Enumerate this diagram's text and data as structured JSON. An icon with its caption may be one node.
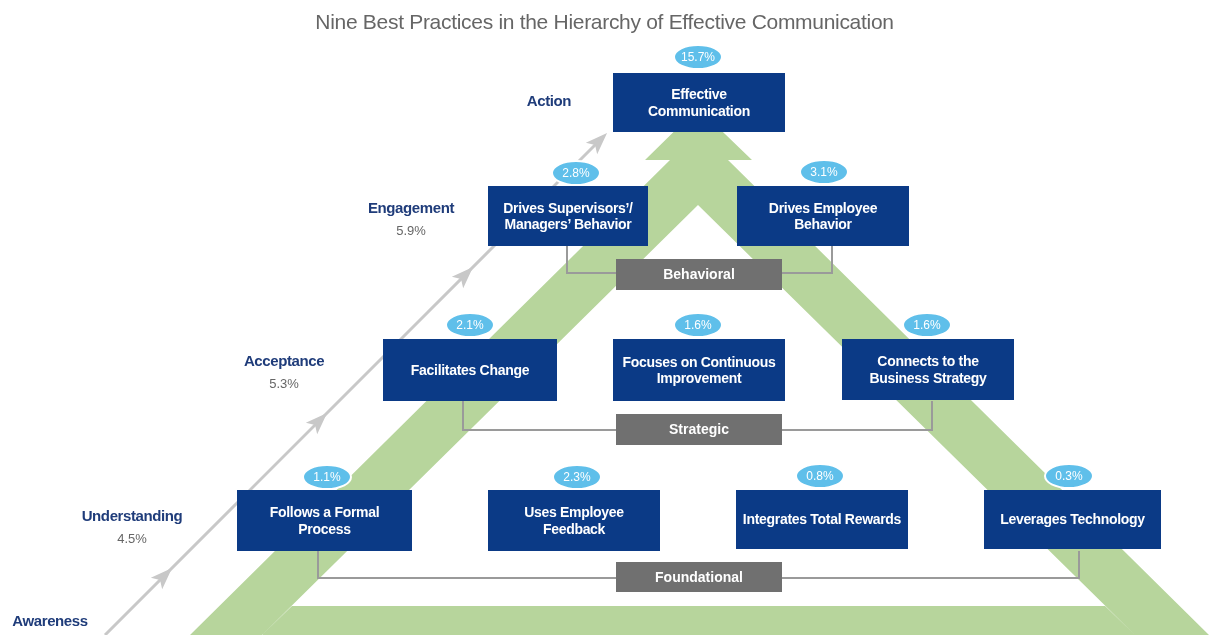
{
  "diagram": {
    "title": "Nine Best Practices in the Hierarchy of Effective Communication",
    "nodes": [
      {
        "text": [
          "Effective Communication"
        ],
        "beside": [
          "15.7%"
        ]
      },
      {
        "text": [
          "Drives Supervisors’/ Managers’ Behavior"
        ],
        "beside": [
          "2.8%"
        ]
      },
      {
        "text": [
          "Drives Employee Behavior"
        ],
        "beside": [
          "3.1%"
        ]
      },
      {
        "text": [
          "Behavioral"
        ]
      },
      {
        "text": [
          "Facilitates Change"
        ],
        "beside": [
          "2.1%"
        ]
      },
      {
        "text": [
          "Focuses on Continuous Improvement"
        ],
        "beside": [
          "1.6%"
        ]
      },
      {
        "text": [
          "Connects to the Business Strategy"
        ],
        "beside": [
          "1.6%"
        ]
      },
      {
        "text": [
          "Strategic"
        ]
      },
      {
        "text": [
          "Follows a Formal Process"
        ],
        "beside": [
          "1.1%"
        ]
      },
      {
        "text": [
          "Uses Employee Feedback"
        ],
        "beside": [
          "2.3%"
        ]
      },
      {
        "text": [
          "Integrates Total Rewards"
        ],
        "beside": [
          "0.8%"
        ]
      },
      {
        "text": [
          "Leverages Technology"
        ],
        "beside": [
          "0.3%"
        ]
      },
      {
        "text": [
          "Foundational"
        ]
      }
    ],
    "labels": [
      "Action",
      "Engagement",
      "5.9%",
      "Acceptance",
      "5.3%",
      "Understanding",
      "4.5%",
      "Awareness"
    ]
  }
}
